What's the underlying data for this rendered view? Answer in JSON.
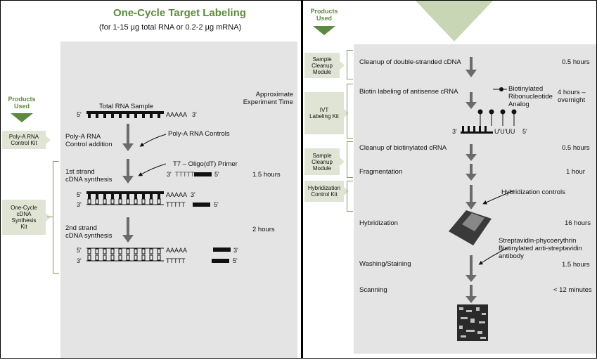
{
  "left": {
    "title": "One-Cycle Target Labeling",
    "subtitle": "(for 1-15 µg total RNA or 0.2-2 µg mRNA)",
    "products_used": "Products\nUsed",
    "time_header": "Approximate\nExperiment Time",
    "total_rna_label": "Total RNA Sample",
    "tags": [
      "Poly-A RNA\nControl Kit",
      "One-Cycle\ncDNA\nSynthesis\nKit"
    ],
    "steps": [
      {
        "label": "Poly-A RNA\nControl addition",
        "time": ""
      },
      {
        "label": "1st strand\ncDNA synthesis",
        "time": "1.5 hours"
      },
      {
        "label": "2nd strand\ncDNA synthesis",
        "time": "2 hours"
      }
    ],
    "annotations": {
      "polya_controls": "Poly-A RNA Controls",
      "primer": "T7 – Oligo(dT) Primer"
    },
    "seq": {
      "five": "5'",
      "three": "3'",
      "polyA": "AAAAA",
      "polyT": "TTTTT",
      "dash": "–"
    }
  },
  "right": {
    "products_used": "Products\nUsed",
    "tags": [
      "Sample\nCleanup\nModule",
      "IVT\nLabeling Kit",
      "Sample\nCleanup\nModule",
      "Hybridization\nControl Kit"
    ],
    "steps": [
      {
        "label": "Cleanup of double-stranded cDNA",
        "time": "0.5 hours"
      },
      {
        "label": "Biotin labeling of antisense cRNA",
        "time": "4 hours –\novernight"
      },
      {
        "label": "Cleanup of biotinylated cRNA",
        "time": "0.5 hours"
      },
      {
        "label": "Fragmentation",
        "time": "1 hour"
      },
      {
        "label": "Hybridization",
        "time": "16 hours"
      },
      {
        "label": "Washing/Staining",
        "time": "1.5 hours"
      },
      {
        "label": "Scanning",
        "time": "< 12 minutes"
      }
    ],
    "annotations": {
      "biotin": "Biotinylated\nRibonucleotide\nAnalog",
      "hyb_controls": "Hybridization controls",
      "strep": "Streptavidin-phycoerythrin\nBiotinylated anti-streptavidin\nantibody"
    },
    "crna_seq": {
      "three": "3'",
      "tail": "U'U'UU",
      "five": "5'"
    }
  },
  "colors": {
    "green": "#5d8a3e",
    "tag": "#dfe4d4",
    "panel": "#e4e4e4",
    "arrow": "#6b6b6b"
  }
}
